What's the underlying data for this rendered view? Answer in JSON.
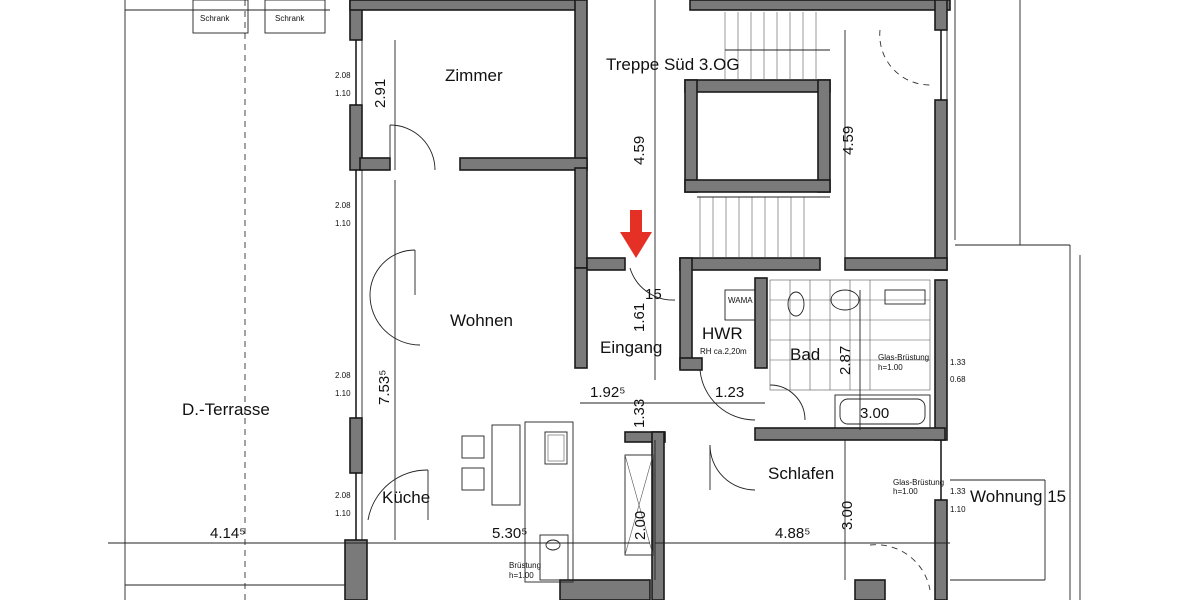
{
  "rooms": {
    "zimmer": "Zimmer",
    "treppe": "Treppe Süd 3.OG",
    "wohnen": "Wohnen",
    "eingang": "Eingang",
    "hwr": "HWR",
    "hwr_note": "RH ca.2,20m",
    "wama": "WAMA",
    "bad": "Bad",
    "schlafen": "Schlafen",
    "kueche": "Küche",
    "terrasse": "D.-Terrasse",
    "wohnung15": "Wohnung 15"
  },
  "labels": {
    "schrank1": "Schrank",
    "schrank2": "Schrank",
    "stair_number": "15",
    "glas1_a": "Glas-Brüstung",
    "glas1_b": "h=1.00",
    "glas2_a": "Glas-Brüstung",
    "glas2_b": "h=1.00",
    "bruestung_a": "Brüstung",
    "bruestung_b": "h=1.00"
  },
  "dimensions": {
    "d291": "2.91",
    "d459a": "4.59",
    "d459b": "4.59",
    "d161": "1.61",
    "d753": "7.53⁵",
    "d1925": "1.92⁵",
    "d123": "1.23",
    "d133": "1.33",
    "d287": "2.87",
    "d300bath": "3.00",
    "d300b": "3.00",
    "d200": "2.00",
    "d4145": "4.14⁵",
    "d5305": "5.30⁵",
    "d4885": "4.88⁵",
    "win1_top": "2.08",
    "win1_bot": "1.10",
    "win2_top": "2.08",
    "win2_bot": "1.10",
    "win3_top": "2.08",
    "win3_bot": "1.10",
    "win4_top": "2.08",
    "win4_bot": "1.10",
    "win5_top": "1.33",
    "win5_bot": "0.68",
    "win6_top": "1.33",
    "win6_bot": "1.10"
  },
  "colors": {
    "wall": "#7a7a7a",
    "arrow": "#e53125"
  },
  "icons": {
    "entrance_arrow": "red-down-arrow"
  }
}
